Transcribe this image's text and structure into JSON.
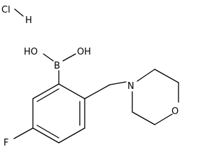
{
  "molecule": {
    "salt_atoms": {
      "cl": "Cl",
      "h": "H"
    },
    "labels": {
      "oh_left": "HO",
      "oh_right": "OH",
      "boron": "B",
      "nitrogen": "N",
      "oxygen": "O",
      "fluorine": "F"
    }
  },
  "colors": {
    "bond": "#000000",
    "text": "#000000",
    "background": "#ffffff"
  }
}
